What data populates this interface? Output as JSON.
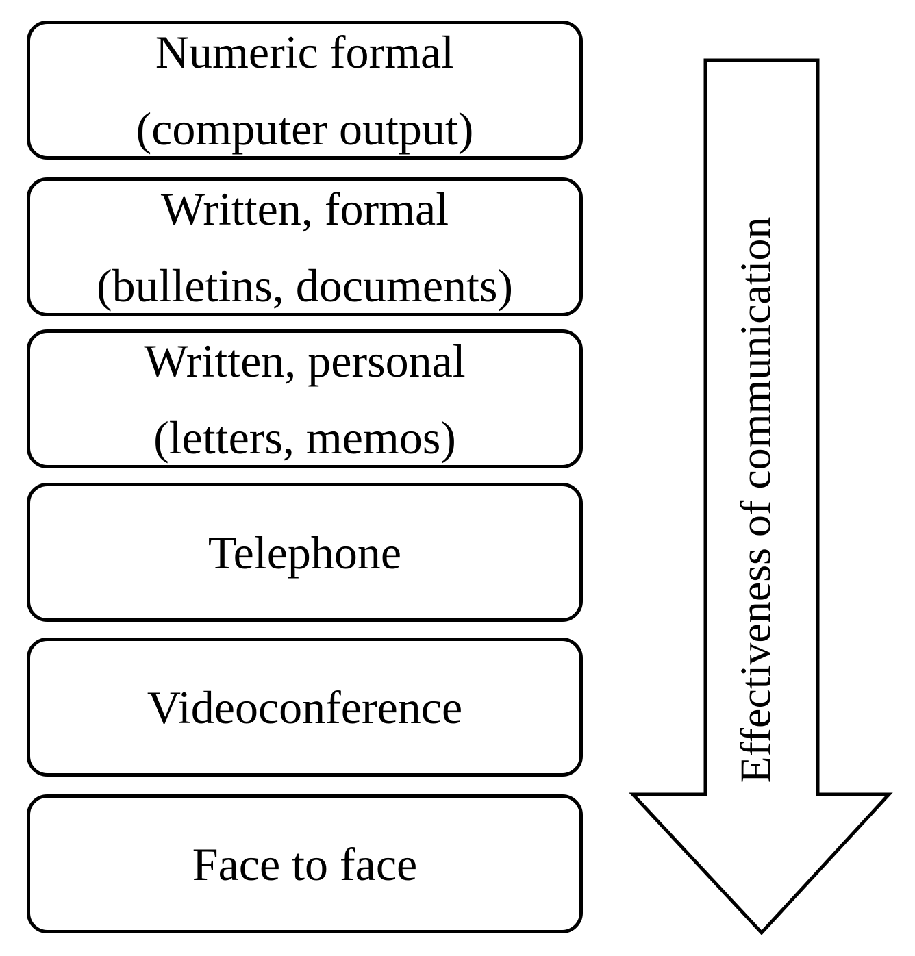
{
  "boxes": [
    {
      "lines": [
        "Numeric formal",
        "(computer output)"
      ]
    },
    {
      "lines": [
        "Written, formal",
        "(bulletins, documents)"
      ]
    },
    {
      "lines": [
        "Written, personal",
        "(letters, memos)"
      ]
    },
    {
      "lines": [
        "Telephone"
      ]
    },
    {
      "lines": [
        "Videoconference"
      ]
    },
    {
      "lines": [
        "Face to face"
      ]
    }
  ],
  "arrow": {
    "label": "Effectiveness of communication",
    "direction": "down"
  }
}
